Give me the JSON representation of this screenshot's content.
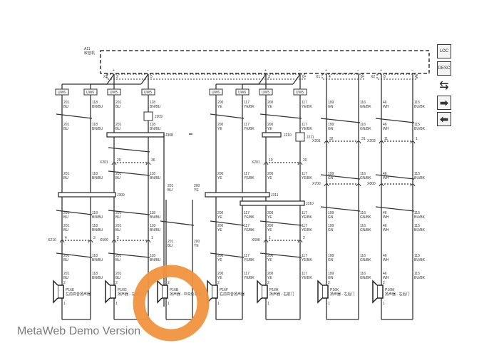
{
  "module": {
    "id": "A11",
    "name": "收音机"
  },
  "side_toolbar": {
    "loc_label": "LOC",
    "desc_label": "DESC",
    "swap_icon": "swap-icon",
    "next_icon": "arrow-right-icon",
    "prev_icon": "arrow-left-icon"
  },
  "module_pins": [
    {
      "conn": "X2",
      "pin": "2",
      "sign": "+"
    },
    {
      "conn": "",
      "pin": "5",
      "sign": "−"
    },
    {
      "conn": "",
      "pin": "3",
      "sign": "+"
    },
    {
      "conn": "",
      "pin": "6",
      "sign": "−"
    },
    {
      "conn": "X1",
      "pin": "4",
      "sign": "+"
    },
    {
      "conn": "",
      "pin": "8",
      "sign": "−"
    },
    {
      "conn": "X2",
      "pin": "8",
      "sign": "+"
    },
    {
      "conn": "",
      "pin": "4",
      "sign": "−"
    }
  ],
  "wires": [
    {
      "tag": "UW6",
      "num": "201",
      "color": "BU"
    },
    {
      "tag": "UW6",
      "num": "118",
      "color": "BN/BU"
    },
    {
      "tag": "UW5",
      "num": "201",
      "color": "BU"
    },
    {
      "tag": "UW5",
      "num": "118",
      "color": "BN/BU"
    },
    {
      "tag": "",
      "num": "201",
      "color": "BU"
    },
    {
      "tag": "",
      "num": "200",
      "color": "YE"
    },
    {
      "tag": "UW6",
      "num": "200",
      "color": "YE"
    },
    {
      "tag": "UW6",
      "num": "117",
      "color": "YE/BK"
    },
    {
      "tag": "UW5",
      "num": "200",
      "color": "YE"
    },
    {
      "tag": "UW5",
      "num": "117",
      "color": "YE/BK"
    },
    {
      "tag": "",
      "num": "199",
      "color": "GN"
    },
    {
      "tag": "",
      "num": "116",
      "color": "GN/BK"
    },
    {
      "tag": "",
      "num": "46",
      "color": "WH"
    },
    {
      "tag": "",
      "num": "115",
      "color": "BU/BK"
    }
  ],
  "splices": [
    "J209",
    "J308",
    "J309",
    "J210",
    "J211",
    "J311",
    "J310"
  ],
  "connectors": [
    {
      "name": "X201",
      "pins": [
        "29",
        "36"
      ]
    },
    {
      "name": "X201",
      "pins": [
        "10",
        "20"
      ]
    },
    {
      "name": "X201",
      "pins": [
        "32",
        "31"
      ]
    },
    {
      "name": "X203",
      "pins": [
        "11",
        "1"
      ]
    },
    {
      "name": "X210",
      "pins": [
        "4",
        "3"
      ]
    },
    {
      "name": "X500",
      "pins": [
        "2",
        "1"
      ]
    },
    {
      "name": "X600",
      "pins": [
        "1",
        "2"
      ]
    },
    {
      "name": "X700",
      "pins": [
        "",
        ""
      ]
    },
    {
      "name": "X800",
      "pins": [
        "",
        ""
      ]
    }
  ],
  "speakers": [
    {
      "id": "P16E",
      "name": "左前高音扬声器"
    },
    {
      "id": "P16G",
      "name": "扬声器 - 左前门"
    },
    {
      "id": "P16B",
      "name": "扬声器 - 中央仪表板"
    },
    {
      "id": "P16F",
      "name": "右前高音扬声器"
    },
    {
      "id": "P16H",
      "name": "扬声器 - 右前门"
    },
    {
      "id": "P16K",
      "name": "扬声器 - 左后门"
    },
    {
      "id": "P16M",
      "name": "扬声器 - 右后门"
    }
  ],
  "watermark": "MetaWeb Demo Version",
  "highlight_color": "#f0923f"
}
